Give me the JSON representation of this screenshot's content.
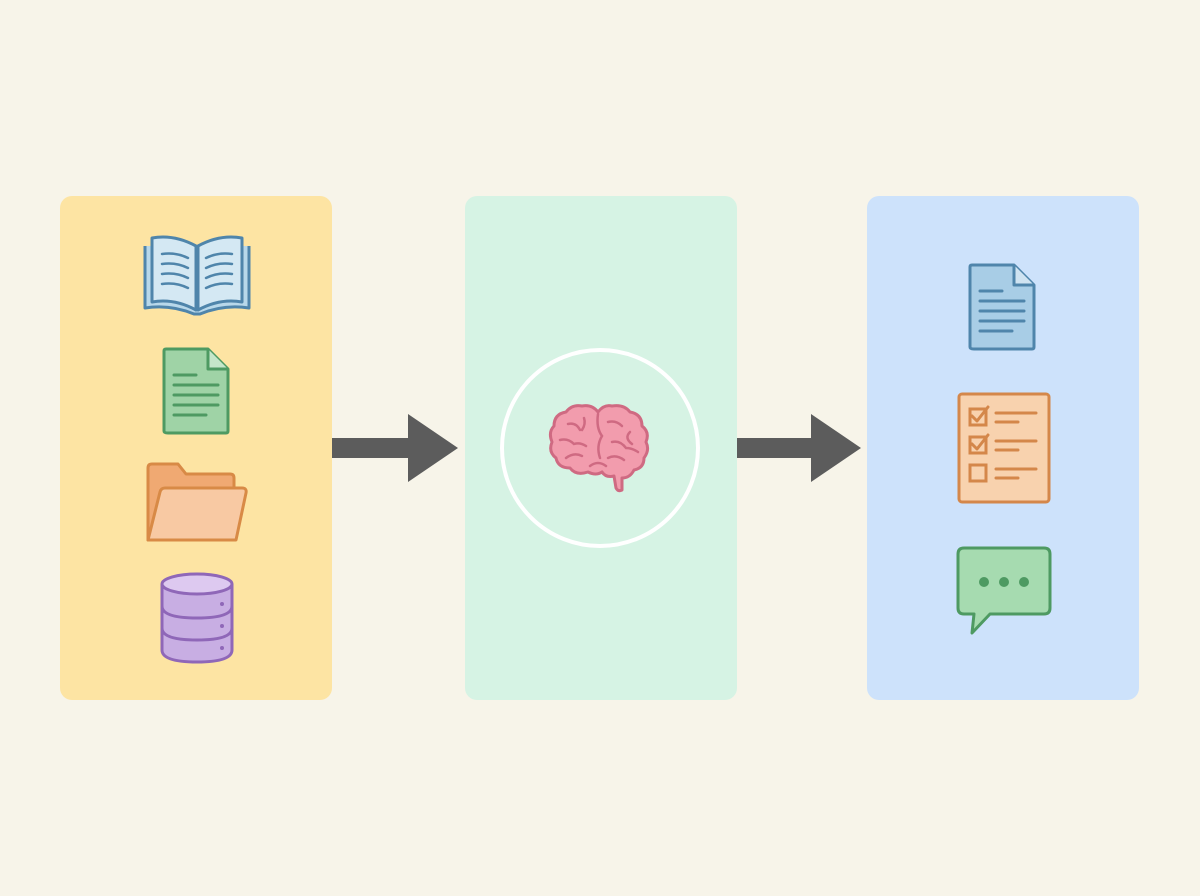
{
  "diagram": {
    "type": "flow",
    "direction": "left-to-right",
    "stages": [
      {
        "id": "inputs",
        "background": "#fde4a3",
        "icons": [
          "open-book-icon",
          "document-icon",
          "folder-icon",
          "database-icon"
        ]
      },
      {
        "id": "model",
        "background": "#d6f3e4",
        "icons": [
          "brain-icon"
        ]
      },
      {
        "id": "outputs",
        "background": "#cde2fb",
        "icons": [
          "document-icon",
          "checklist-icon",
          "chat-bubble-icon"
        ]
      }
    ],
    "connections": [
      {
        "from": "inputs",
        "to": "model"
      },
      {
        "from": "model",
        "to": "outputs"
      }
    ]
  },
  "colors": {
    "background": "#f7f4e9",
    "arrow": "#5c5c5c",
    "book": "#a9cde0",
    "book_stroke": "#4f85ab",
    "input_document": "#9fd3a6",
    "input_document_stroke": "#4e9a62",
    "folder": "#f5bf8e",
    "folder_stroke": "#d88a46",
    "database": "#c8aee3",
    "database_stroke": "#8f67b8",
    "brain": "#f09aaa",
    "brain_stroke": "#cf6a82",
    "output_document": "#a8cde6",
    "output_document_stroke": "#4f85ab",
    "checklist": "#f7c8a0",
    "checklist_stroke": "#d4874a",
    "chat": "#a6dbb0",
    "chat_stroke": "#4e9a62"
  }
}
